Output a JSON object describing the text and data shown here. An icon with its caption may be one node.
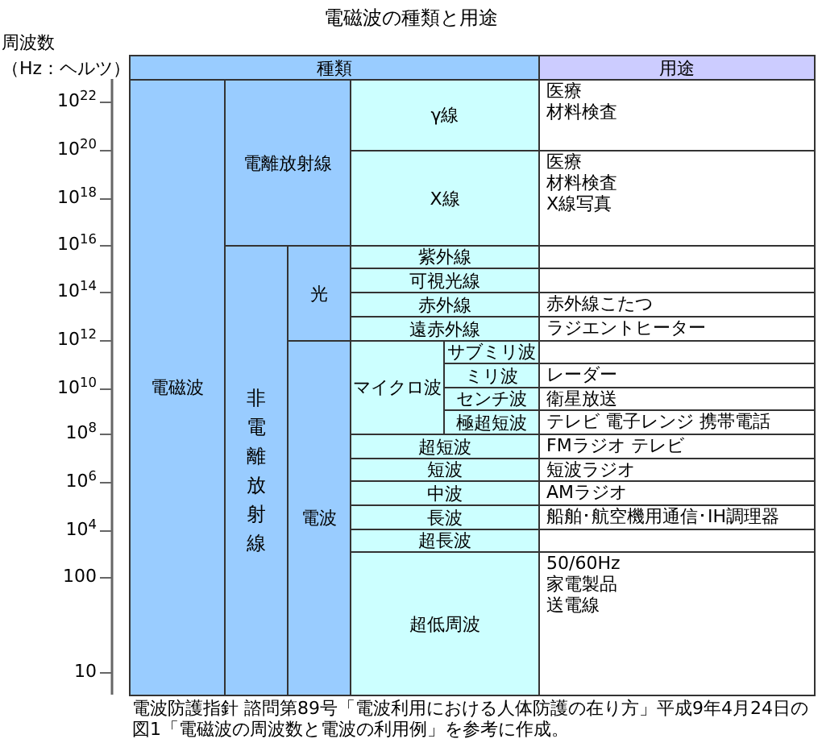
{
  "diagram": {
    "title": "電磁波の種類と用途",
    "caption": "電波防護指針 諮問第89号「電波利用における人体防護の在り方」平成9年4月24日の図1「電磁波の周波数と電波の利用例」を参考に作成。",
    "nodes": [
      {
        "text": [
          "種類"
        ]
      },
      {
        "text": [
          "用途"
        ]
      },
      {
        "text": [
          "電磁波"
        ]
      },
      {
        "text": [
          "電離放射線"
        ]
      },
      {
        "text": [
          "γ線"
        ]
      },
      {
        "text": [
          "医療",
          "材料検査"
        ]
      },
      {
        "text": [
          "X線"
        ]
      },
      {
        "text": [
          "医療",
          "材料検査",
          "X線写真"
        ]
      },
      {
        "text": [
          "非電離放射線"
        ]
      },
      {
        "text": [
          "光"
        ]
      },
      {
        "text": [
          "紫外線"
        ]
      },
      {
        "text": [],
        "shape": "box"
      },
      {
        "text": [
          "可視光線"
        ]
      },
      {
        "text": [],
        "shape": "box"
      },
      {
        "text": [
          "赤外線"
        ]
      },
      {
        "text": [
          "赤外線こたつ"
        ]
      },
      {
        "text": [
          "遠赤外線"
        ]
      },
      {
        "text": [
          "ラジエントヒーター"
        ]
      },
      {
        "text": [
          "電波"
        ]
      },
      {
        "text": [
          "マイクロ波"
        ]
      },
      {
        "text": [
          "サブミリ波"
        ]
      },
      {
        "text": [],
        "shape": "box"
      },
      {
        "text": [
          "ミリ波"
        ]
      },
      {
        "text": [
          "レーダー"
        ]
      },
      {
        "text": [
          "センチ波"
        ]
      },
      {
        "text": [
          "衛星放送"
        ]
      },
      {
        "text": [
          "極超短波"
        ]
      },
      {
        "text": [
          "テレビ 電子レンジ 携帯電話"
        ]
      },
      {
        "text": [
          "超短波"
        ]
      },
      {
        "text": [
          "FMラジオ テレビ"
        ]
      },
      {
        "text": [
          "短波"
        ]
      },
      {
        "text": [
          "短波ラジオ"
        ]
      },
      {
        "text": [
          "中波"
        ]
      },
      {
        "text": [
          "AMラジオ"
        ]
      },
      {
        "text": [
          "長波"
        ]
      },
      {
        "text": [
          "船舶･航空機用通信･IH調理器"
        ]
      },
      {
        "text": [
          "超長波"
        ]
      },
      {
        "text": [],
        "shape": "box"
      },
      {
        "text": [
          "超低周波"
        ]
      },
      {
        "text": [
          "50/60Hz",
          "家電製品",
          "送電線"
        ]
      }
    ],
    "labels": [
      "周波数",
      "（Hz：ヘルツ）",
      "10$^{22}$",
      "10$^{20}$",
      "10$^{18}$",
      "10$^{16}$",
      "10$^{14}$",
      "10$^{12}$",
      "10$^{10}$",
      "10$^{8}$",
      "10$^{6}$",
      "10$^{4}$",
      "100",
      "10"
    ]
  }
}
